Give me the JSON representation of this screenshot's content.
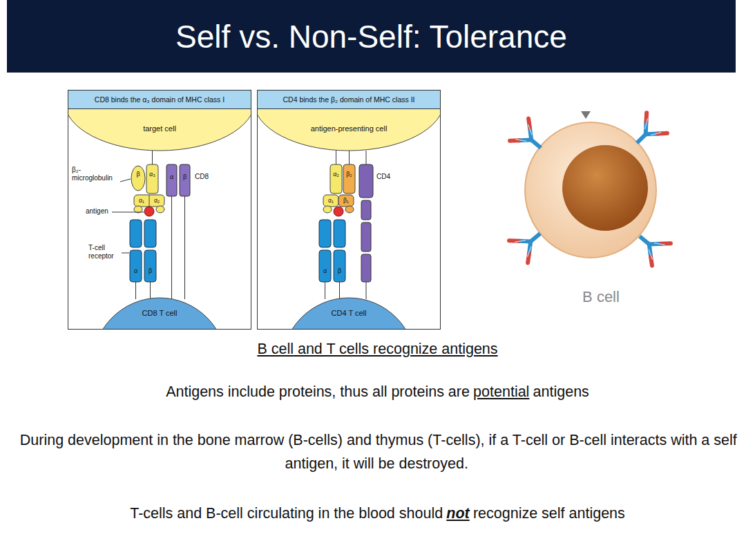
{
  "diagram": {
    "title": "Self vs. Non-Self: Tolerance",
    "nodes": [
      {
        "text": [
          "CD8 binds the α₃ domain of MHC class I"
        ]
      },
      {
        "text": [
          "target cell"
        ],
        "in": 0
      },
      {
        "text": [
          "CD8 T cell"
        ],
        "in": 0
      },
      {
        "text": [
          "CD4 binds the β₂ domain of MHC class II"
        ]
      },
      {
        "text": [
          "antigen-presenting cell"
        ],
        "in": 3
      },
      {
        "text": [
          "CD4 T cell"
        ],
        "in": 3
      }
    ],
    "labels": [
      "β₂-microglobulin",
      "β",
      "α₃",
      "α₁",
      "α₂",
      "antigen",
      "T-cell receptor",
      "α",
      "β",
      "α",
      "β",
      "CD8",
      "α₂",
      "β₂",
      "α₁",
      "β₁",
      "CD4",
      "α",
      "β",
      "B cell",
      "B cell and T cells recognize antigens",
      "Antigens include proteins, thus all proteins are",
      "potential",
      "antigens",
      "During development in the bone marrow (B-cells) and thymus (T-cells), if a T-cell or B-cell interacts with a self antigen, it will be destroyed.",
      "T-cells and B-cell circulating in the blood should",
      "not",
      "recognize self antigens"
    ]
  }
}
